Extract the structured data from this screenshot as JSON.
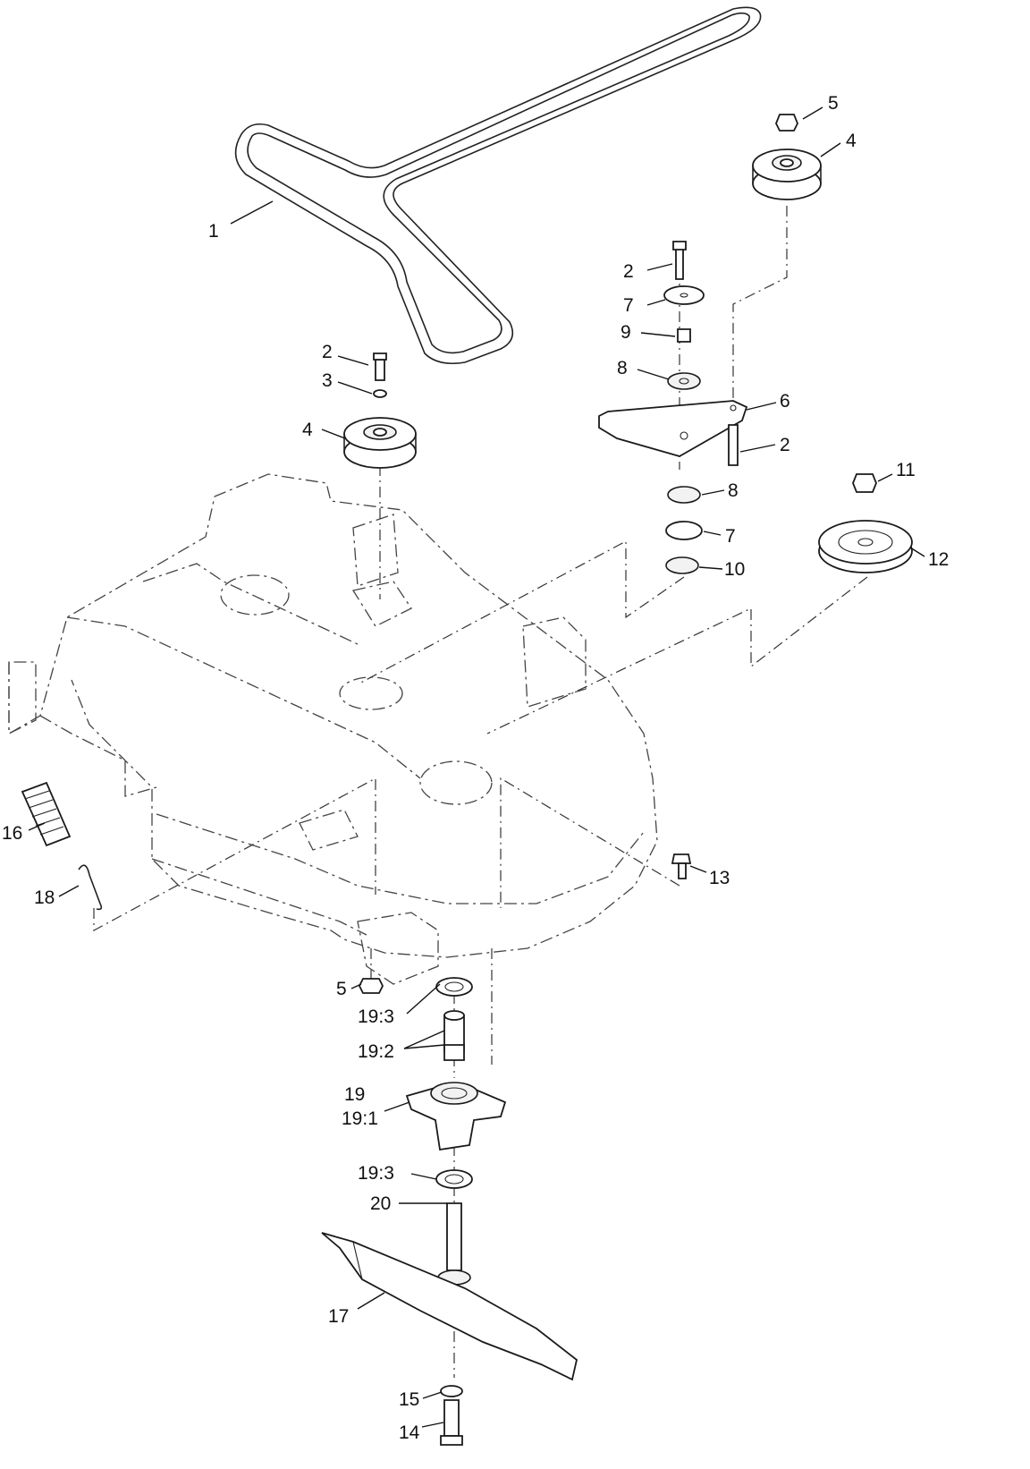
{
  "callouts": [
    {
      "id": "c1",
      "label": "1"
    },
    {
      "id": "c2a",
      "label": "2"
    },
    {
      "id": "c2b",
      "label": "2"
    },
    {
      "id": "c2c",
      "label": "2"
    },
    {
      "id": "c3",
      "label": "3"
    },
    {
      "id": "c4a",
      "label": "4"
    },
    {
      "id": "c4b",
      "label": "4"
    },
    {
      "id": "c5a",
      "label": "5"
    },
    {
      "id": "c5b",
      "label": "5"
    },
    {
      "id": "c6",
      "label": "6"
    },
    {
      "id": "c7a",
      "label": "7"
    },
    {
      "id": "c7b",
      "label": "7"
    },
    {
      "id": "c8a",
      "label": "8"
    },
    {
      "id": "c8b",
      "label": "8"
    },
    {
      "id": "c9",
      "label": "9"
    },
    {
      "id": "c10",
      "label": "10"
    },
    {
      "id": "c11",
      "label": "11"
    },
    {
      "id": "c12",
      "label": "12"
    },
    {
      "id": "c13",
      "label": "13"
    },
    {
      "id": "c14",
      "label": "14"
    },
    {
      "id": "c15",
      "label": "15"
    },
    {
      "id": "c16",
      "label": "16"
    },
    {
      "id": "c17",
      "label": "17"
    },
    {
      "id": "c18",
      "label": "18"
    },
    {
      "id": "c19",
      "label": "19"
    },
    {
      "id": "c191",
      "label": "19:1"
    },
    {
      "id": "c192",
      "label": "19:2"
    },
    {
      "id": "c193a",
      "label": "19:3"
    },
    {
      "id": "c193b",
      "label": "19:3"
    },
    {
      "id": "c20",
      "label": "20"
    }
  ]
}
